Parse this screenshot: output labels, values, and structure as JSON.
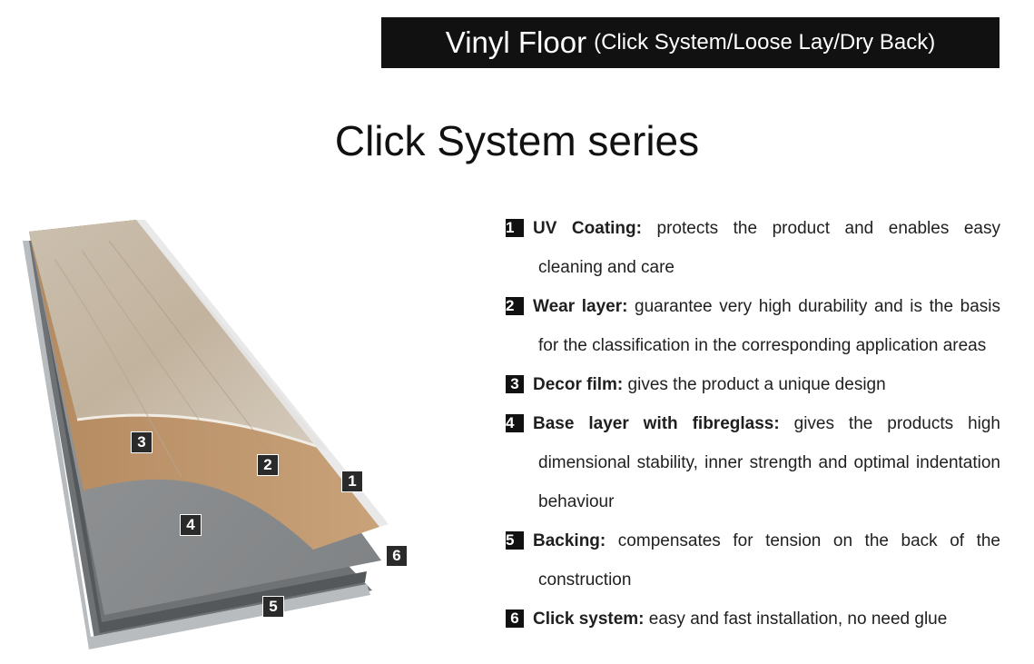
{
  "banner": {
    "main": "Vinyl Floor",
    "sub": "(Click System/Loose Lay/Dry Back)"
  },
  "title": "Click System series",
  "layers": [
    {
      "num": "1",
      "head": "UV Coating:",
      "line1": " protects the product and enables easy",
      "line2": "cleaning and care",
      "line3": ""
    },
    {
      "num": "2",
      "head": "Wear layer:",
      "line1": " guarantee very high durability and is the basis",
      "line2": "for the classification in the corresponding application areas",
      "line3": ""
    },
    {
      "num": "3",
      "head": "Decor film:",
      "line1": " gives the product a unique design",
      "line2": "",
      "line3": ""
    },
    {
      "num": "4",
      "head": "Base layer with fibreglass:",
      "line1": " gives the products high",
      "line2": "dimensional stability, inner strength and optimal indentation",
      "line3": "behaviour"
    },
    {
      "num": "5",
      "head": "Backing:",
      "line1": " compensates for tension on the back of the",
      "line2": "construction",
      "line3": ""
    },
    {
      "num": "6",
      "head": "Click system:",
      "line1": " easy and fast installation, no need glue",
      "line2": "",
      "line3": ""
    }
  ],
  "diagram_labels": [
    "3",
    "2",
    "1",
    "4",
    "6",
    "5"
  ],
  "colors": {
    "banner_bg": "#111111",
    "label_bg": "#111111",
    "wood": "#c9b8a4",
    "base": "#8e9193"
  }
}
